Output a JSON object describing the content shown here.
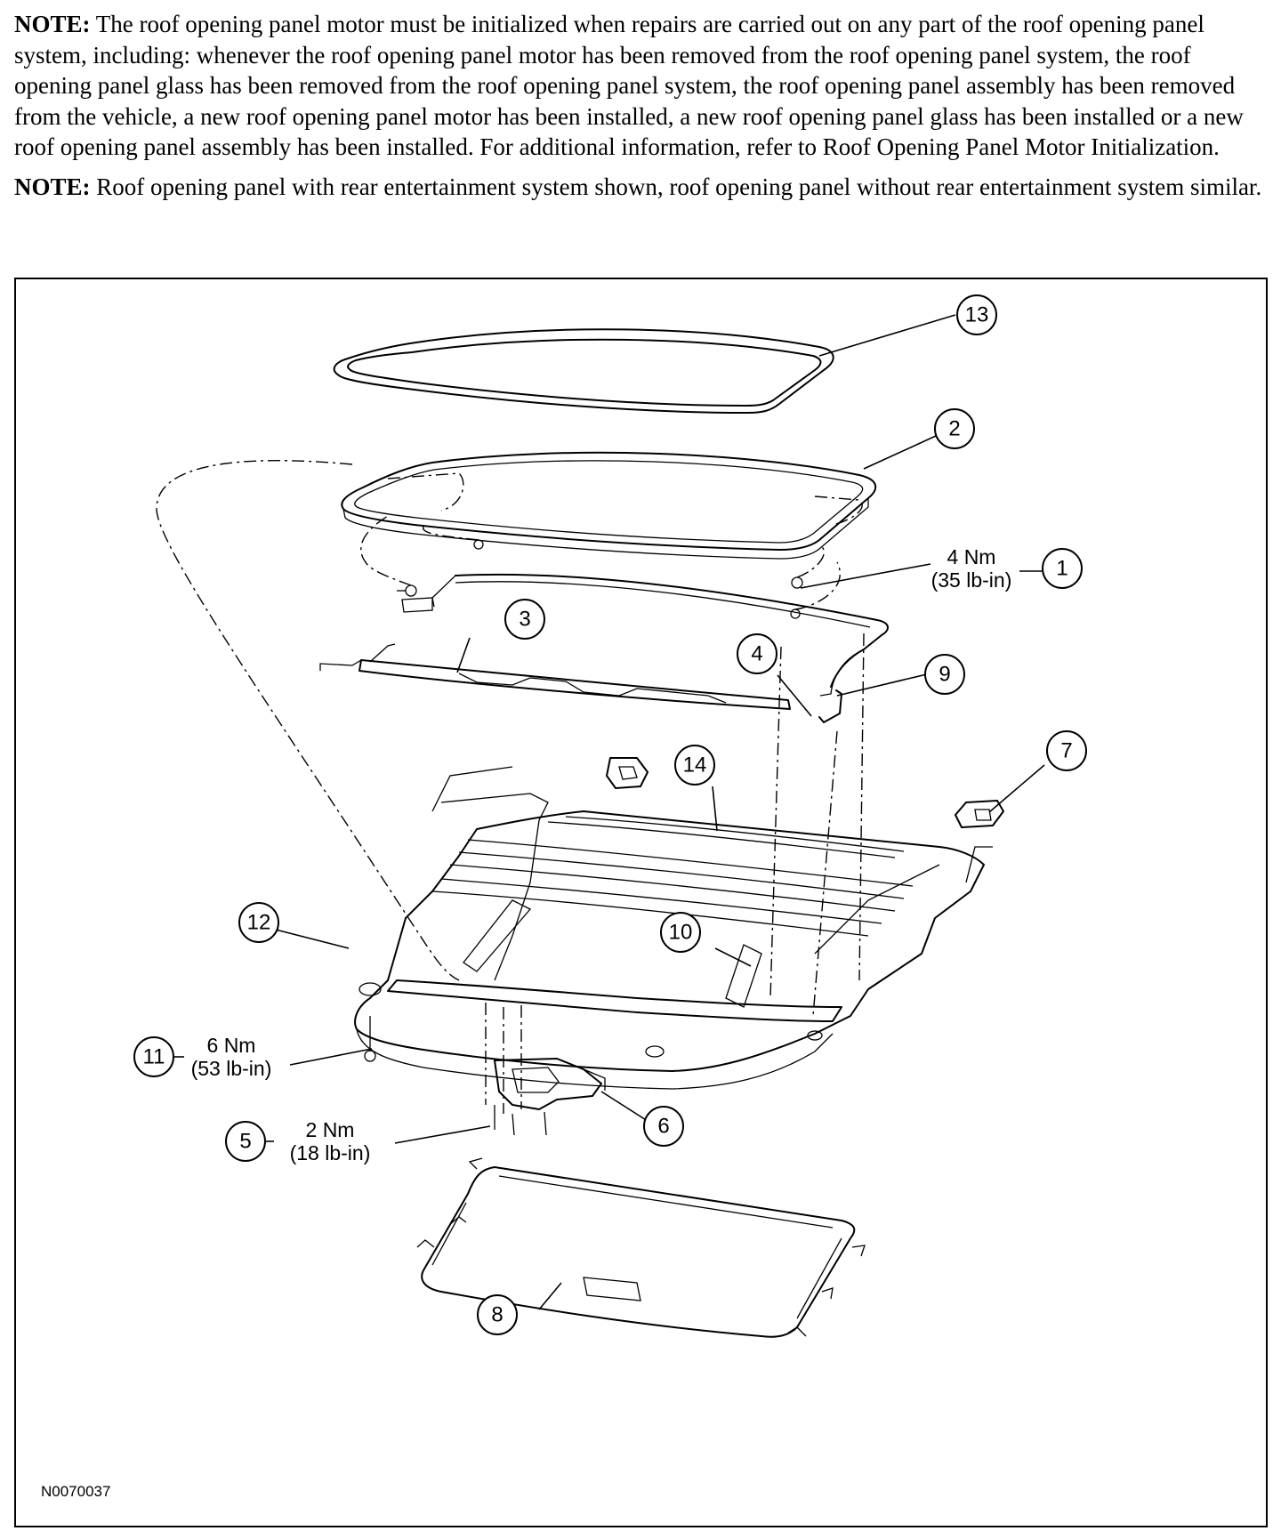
{
  "notes": [
    {
      "prefix": "NOTE:",
      "text": " The roof opening panel motor must be initialized when repairs are carried out on any part of the roof opening panel system, including: whenever the roof opening panel motor has been removed from the roof opening panel system, the roof opening  panel glass has been removed from the roof opening panel system, the roof opening panel assembly has been removed from the vehicle, a new roof opening panel motor has been installed, a new roof opening panel glass has been installed or a new roof  opening panel assembly has been installed. For additional information, refer to Roof Opening Panel Motor Initialization."
    },
    {
      "prefix": "NOTE:",
      "text": " Roof opening panel with rear entertainment system shown, roof opening panel without rear entertainment system similar."
    }
  ],
  "diagram": {
    "callouts": {
      "c1": "1",
      "c2": "2",
      "c3": "3",
      "c4": "4",
      "c5": "5",
      "c6": "6",
      "c7": "7",
      "c8": "8",
      "c9": "9",
      "c10": "10",
      "c11": "11",
      "c12": "12",
      "c13": "13",
      "c14": "14"
    },
    "torques": {
      "t1": {
        "line1": "4 Nm",
        "line2": "(35 lb-in)"
      },
      "t11": {
        "line1": "6 Nm",
        "line2": "(53 lb-in)"
      },
      "t5": {
        "line1": "2 Nm",
        "line2": "(18 lb-in)"
      }
    },
    "figure_code": "N0070037"
  }
}
